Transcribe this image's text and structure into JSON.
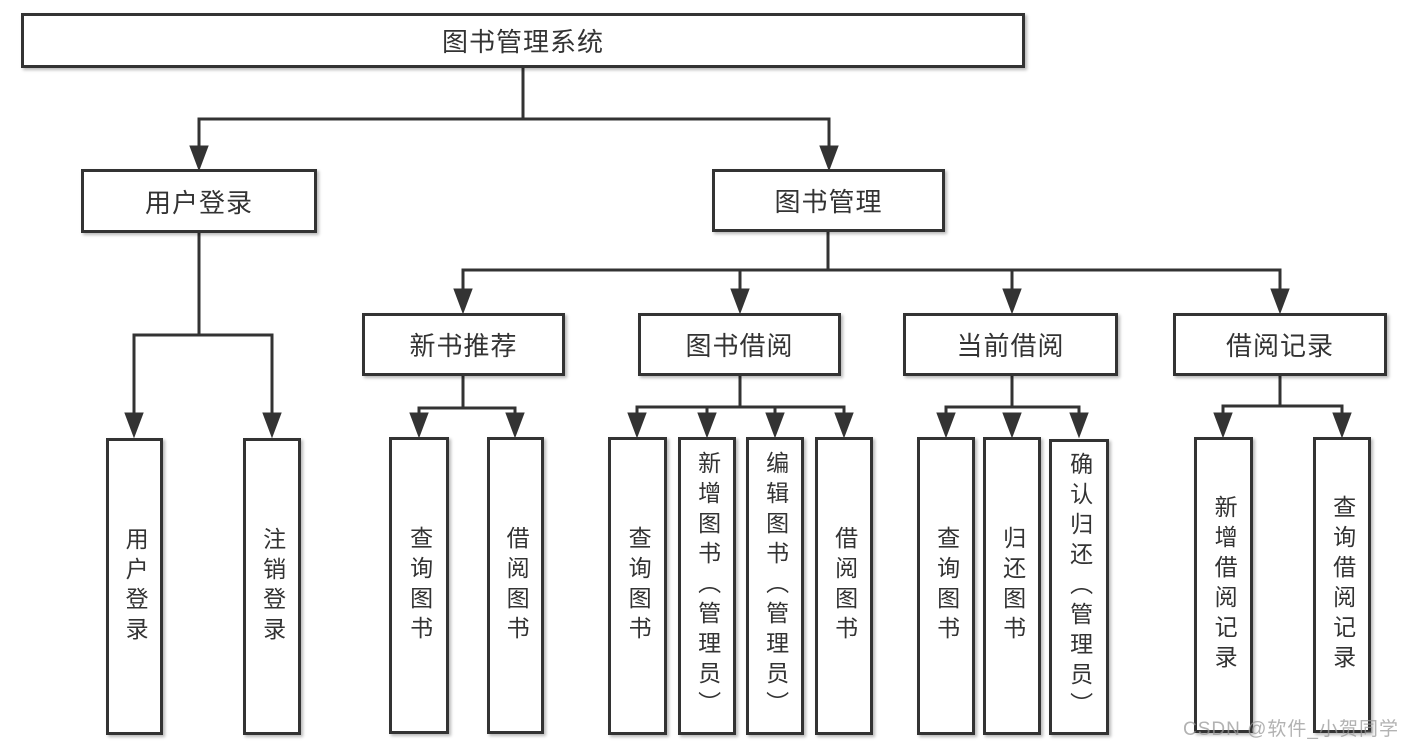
{
  "diagram": {
    "type": "tree",
    "title_node": "图书管理系统",
    "nodes": {
      "root": "图书管理系统",
      "user_login": "用户登录",
      "book_mgmt": "图书管理",
      "new_book_rec": "新书推荐",
      "book_borrow": "图书借阅",
      "current_borrow": "当前借阅",
      "borrow_record": "借阅记录",
      "ul_user_login": "用户登录",
      "ul_logout": "注销登录",
      "nb_query_book": "查询图书",
      "nb_borrow_book": "借阅图书",
      "bb_query_book": "查询图书",
      "bb_add_book": "新增图书（管理员）",
      "bb_edit_book": "编辑图书（管理员）",
      "bb_borrow_book": "借阅图书",
      "cb_query_book": "查询图书",
      "cb_return_book": "归还图书",
      "cb_confirm_return": "确认归还（管理员）",
      "br_add_record": "新增借阅记录",
      "br_query_record": "查询借阅记录"
    },
    "hierarchy": {
      "图书管理系统": {
        "用户登录": [
          "用户登录",
          "注销登录"
        ],
        "图书管理": {
          "新书推荐": [
            "查询图书",
            "借阅图书"
          ],
          "图书借阅": [
            "查询图书",
            "新增图书（管理员）",
            "编辑图书（管理员）",
            "借阅图书"
          ],
          "当前借阅": [
            "查询图书",
            "归还图书",
            "确认归还（管理员）"
          ],
          "借阅记录": [
            "新增借阅记录",
            "查询借阅记录"
          ]
        }
      }
    },
    "colors": {
      "line": "#333333",
      "box_border": "#333333",
      "text": "#333333",
      "background": "#ffffff",
      "watermark": "#989898"
    }
  },
  "watermark": "CSDN @软件_小贺同学"
}
